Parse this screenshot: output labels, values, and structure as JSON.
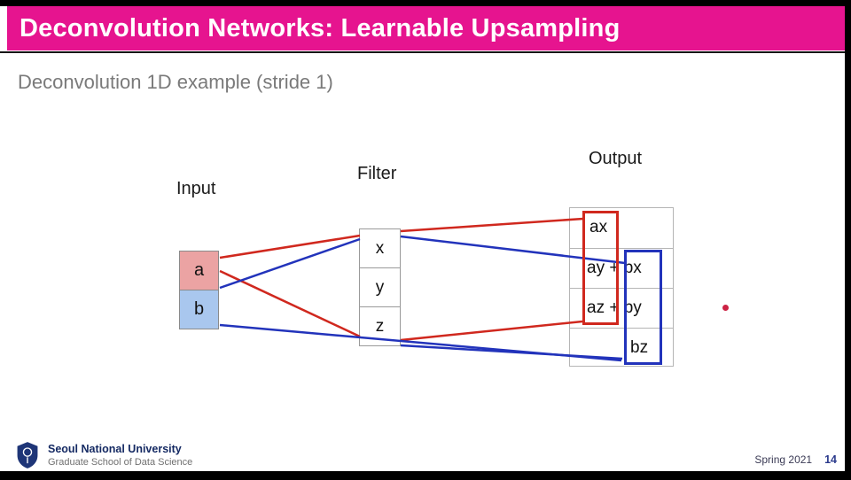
{
  "header": {
    "title": "Deconvolution Networks: Learnable Upsampling",
    "bg_color": "#e6148f",
    "text_color": "#ffffff"
  },
  "subtitle": "Deconvolution 1D example (stride 1)",
  "diagram": {
    "input": {
      "label": "Input",
      "cells": [
        {
          "text": "a",
          "bg": "#eba3a3"
        },
        {
          "text": "b",
          "bg": "#a9c7ee"
        }
      ]
    },
    "filter": {
      "label": "Filter",
      "cells": [
        "x",
        "y",
        "z"
      ]
    },
    "output": {
      "label": "Output",
      "rows": [
        "ax",
        "ay + bx",
        "az + by",
        "bz"
      ]
    },
    "colors": {
      "red": "#d0281e",
      "blue": "#2233bb"
    }
  },
  "pointer_dot": {
    "color": "#cc2244"
  },
  "footer": {
    "university": "Seoul National University",
    "school": "Graduate School of Data Science",
    "term": "Spring 2021",
    "page": "14"
  }
}
